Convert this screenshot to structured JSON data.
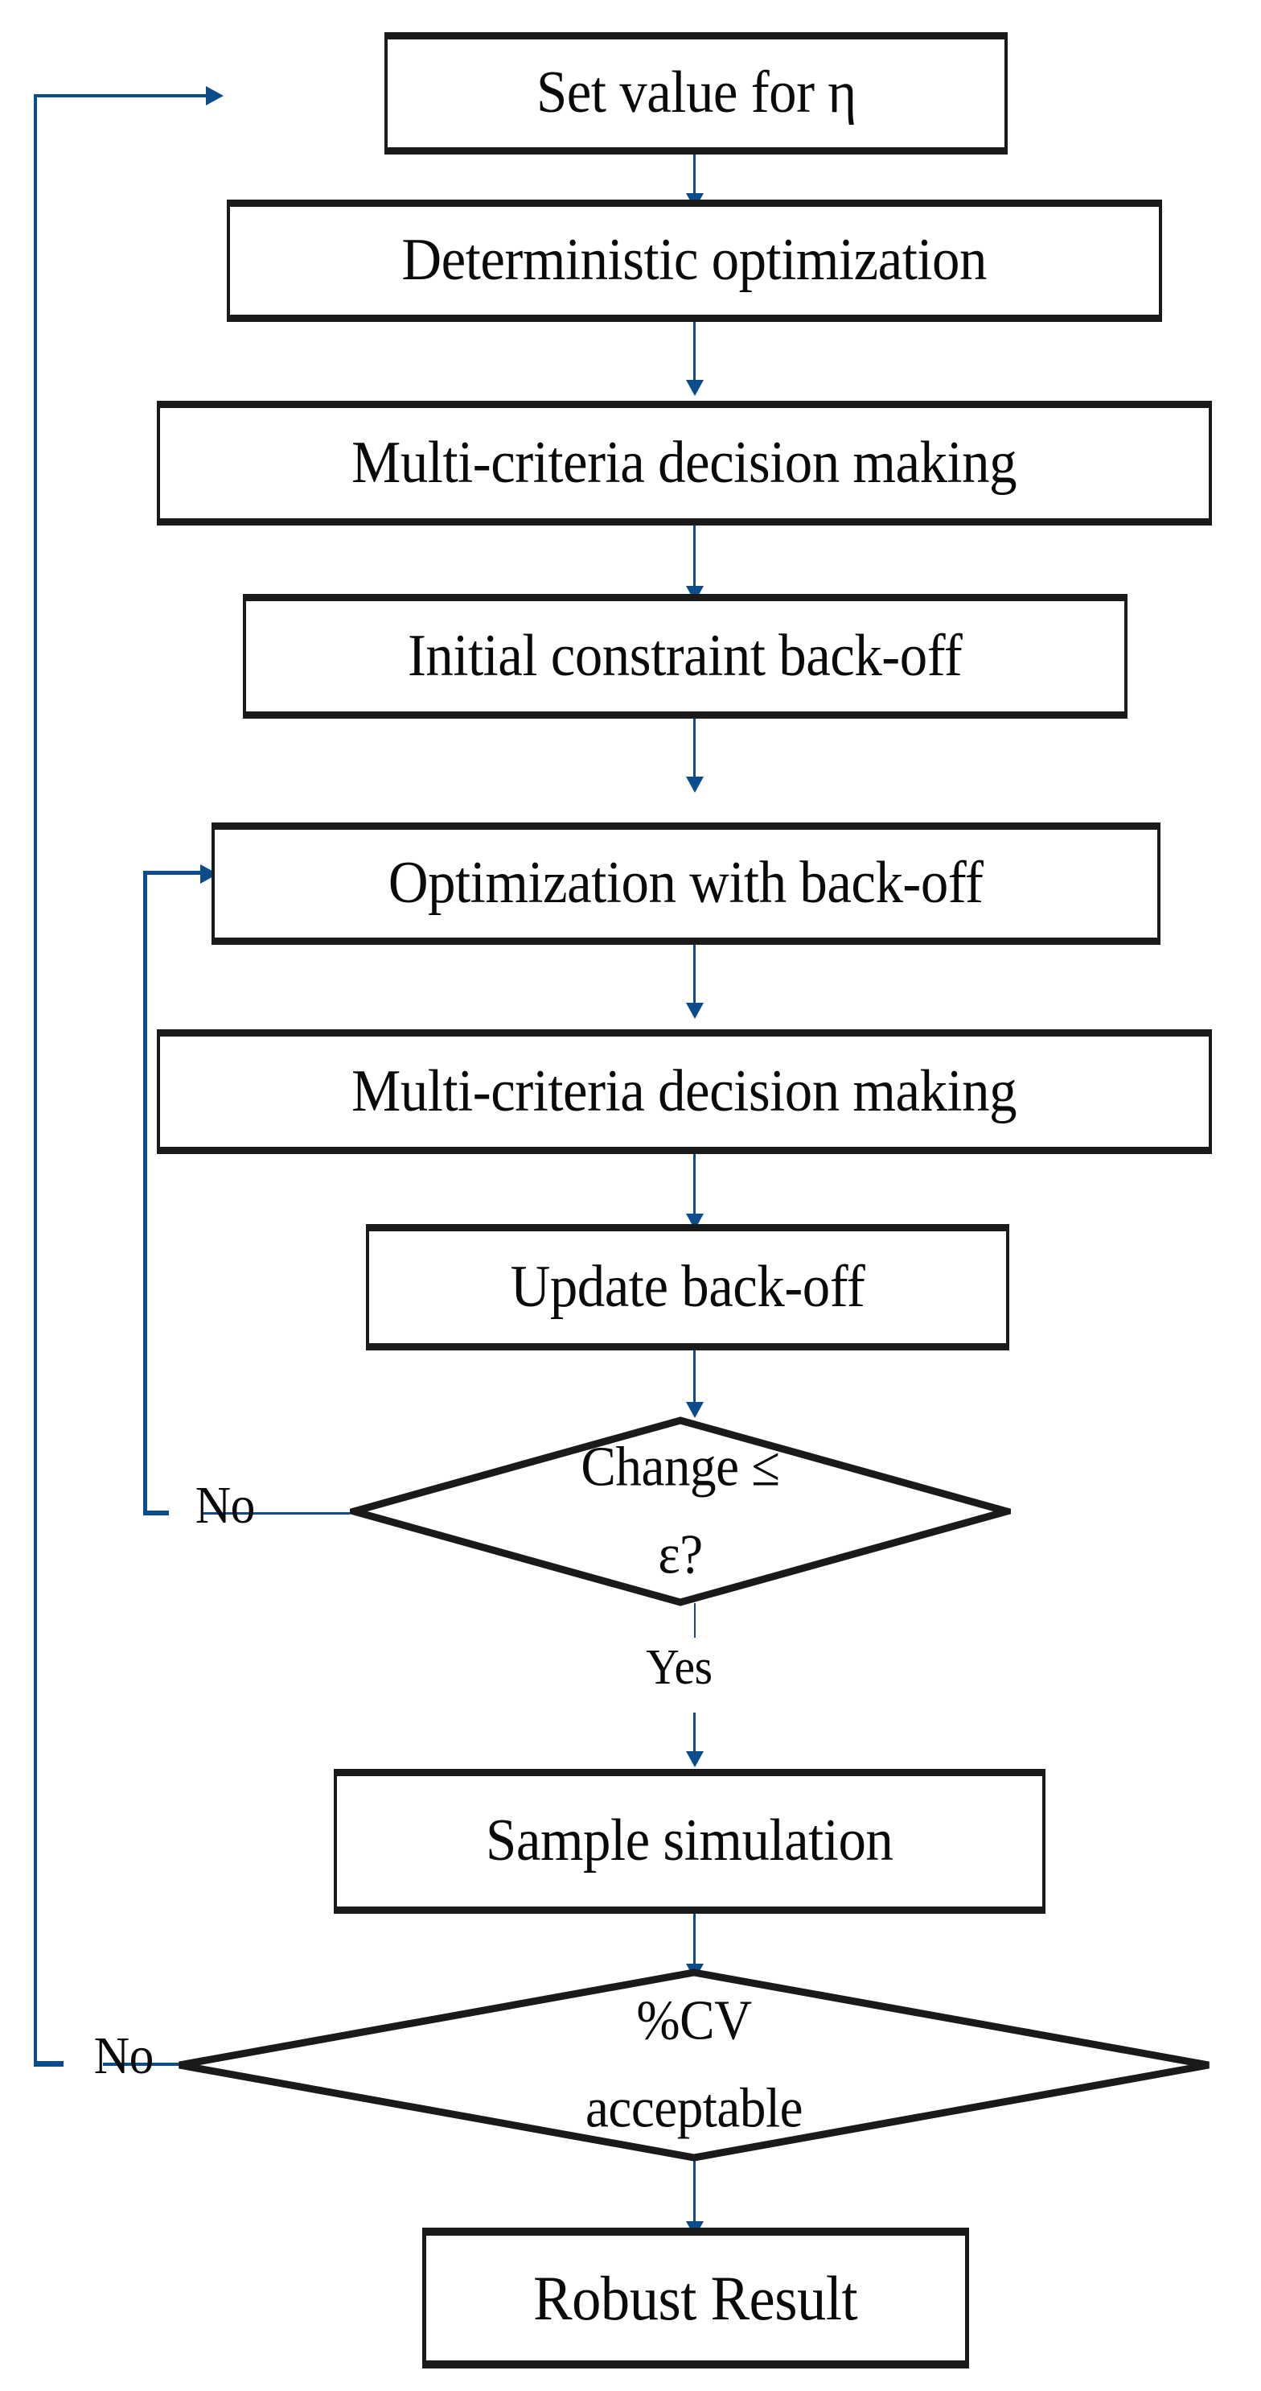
{
  "diagram": {
    "type": "flowchart",
    "title": "Robust optimization with constraint back-off procedure",
    "accent_color": "#0b4c8c",
    "node_border_color": "#1a1a1a",
    "background_color": "#ffffff"
  },
  "nodes": [
    {
      "id": "set-eta",
      "shape": "process",
      "label": "Set value for η"
    },
    {
      "id": "det-opt",
      "shape": "process",
      "label": "Deterministic optimization"
    },
    {
      "id": "mcdm-1",
      "shape": "process",
      "label": "Multi-criteria decision making"
    },
    {
      "id": "init-backoff",
      "shape": "process",
      "label": "Initial constraint back-off"
    },
    {
      "id": "opt-backoff",
      "shape": "process",
      "label": "Optimization with back-off"
    },
    {
      "id": "mcdm-2",
      "shape": "process",
      "label": "Multi-criteria decision making"
    },
    {
      "id": "update-backoff",
      "shape": "process",
      "label": "Update back-off"
    },
    {
      "id": "change-eps",
      "shape": "decision",
      "label_line1": "Change ≤",
      "label_line2": "ε?"
    },
    {
      "id": "sample-sim",
      "shape": "process",
      "label": "Sample simulation"
    },
    {
      "id": "cv-acceptable",
      "shape": "decision",
      "label_line1": "%CV",
      "label_line2": "acceptable"
    },
    {
      "id": "robust-result",
      "shape": "terminal",
      "label": "Robust Result"
    }
  ],
  "edge_labels": {
    "change_no": "No",
    "change_yes": "Yes",
    "cv_no": "No"
  },
  "edges": [
    {
      "from": "set-eta",
      "to": "det-opt",
      "label": ""
    },
    {
      "from": "det-opt",
      "to": "mcdm-1",
      "label": ""
    },
    {
      "from": "mcdm-1",
      "to": "init-backoff",
      "label": ""
    },
    {
      "from": "init-backoff",
      "to": "opt-backoff",
      "label": ""
    },
    {
      "from": "opt-backoff",
      "to": "mcdm-2",
      "label": ""
    },
    {
      "from": "mcdm-2",
      "to": "update-backoff",
      "label": ""
    },
    {
      "from": "update-backoff",
      "to": "change-eps",
      "label": ""
    },
    {
      "from": "change-eps",
      "to": "opt-backoff",
      "label": "No"
    },
    {
      "from": "change-eps",
      "to": "sample-sim",
      "label": "Yes"
    },
    {
      "from": "sample-sim",
      "to": "cv-acceptable",
      "label": ""
    },
    {
      "from": "cv-acceptable",
      "to": "set-eta",
      "label": "No"
    },
    {
      "from": "cv-acceptable",
      "to": "robust-result",
      "label": ""
    }
  ]
}
